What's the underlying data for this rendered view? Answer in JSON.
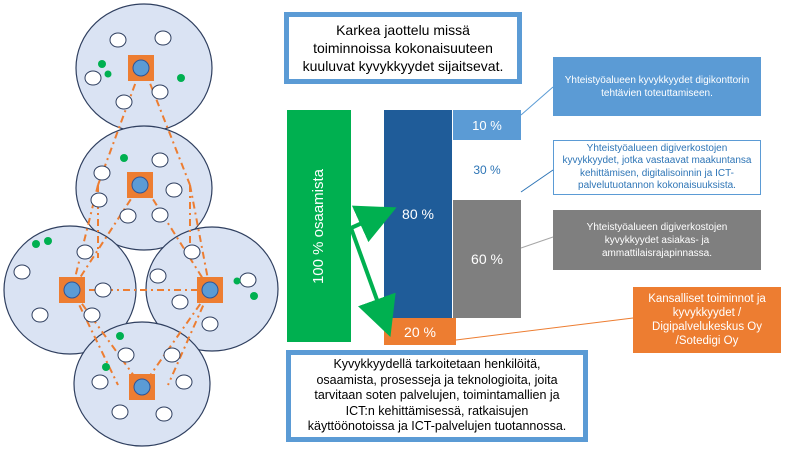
{
  "title_box": {
    "text": "Karkea jaottelu missä\ntoiminnoissa kokonaisuuteen\nkuuluvat kyvykkyydet sijaitsevat."
  },
  "definition_box": {
    "text": "Kyvykkyydellä tarkoitetaan henkilöitä,\nosaamista,  prosesseja ja teknologioita, joita\ntarvitaan soten palvelujen, toimintamallien ja\nICT:n kehittämisessä, ratkaisujen\nkäyttöönotoissa ja ICT-palvelujen tuotannossa."
  },
  "bars": {
    "total_label": "100 % osaamista",
    "share_80": "80 %",
    "share_20": "20 %",
    "seg_10": "10 %",
    "seg_30": "30 %",
    "seg_60": "60 %"
  },
  "callouts": {
    "c10": "Yhteistyöalueen  kyvykkyydet digikonttorin\ntehtävien toteuttamiseen.",
    "c30": "Yhteistyöalueen  digiverkostojen\nkyvykkyydet, jotka vastaavat maakuntansa\nkehittämisen,  digitalisoinnin  ja ICT-\npalvelutuotannon  kokonaisuuksista.",
    "c60": "Yhteistyöalueen  digiverkostojen\nkyvykkyydet  asiakas- ja\nammattilaisrajapinnassa.",
    "c20": "Kansalliset toiminnot ja\nkyvykkyydet  /\nDigipalvelukeskus Oy\n/Sotedigi Oy"
  },
  "colors": {
    "blue_border": "#5b9bd5",
    "dark_blue": "#1f5c99",
    "green": "#00b050",
    "orange": "#ed7d31",
    "grey": "#7f7f7f",
    "circle_fill": "#dae3f3",
    "small_green": "#00b050"
  }
}
